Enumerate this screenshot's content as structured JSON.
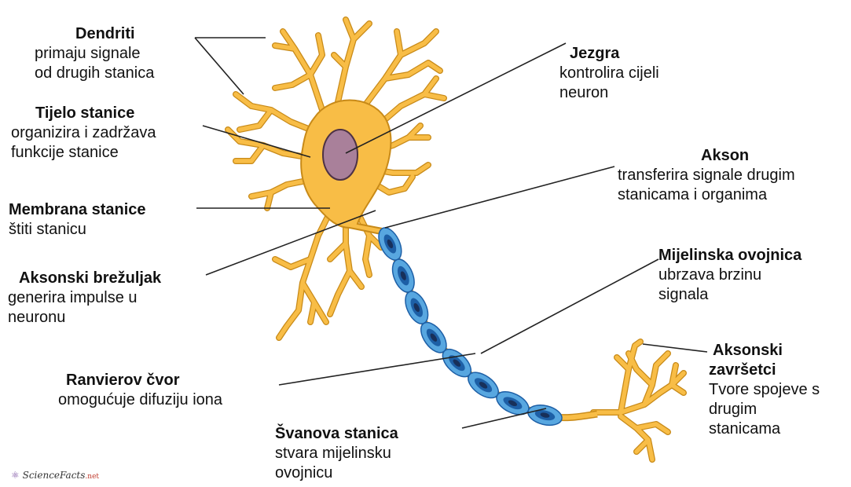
{
  "colors": {
    "cell": "#f8bd46",
    "cell_outline": "#c88a18",
    "nucleus": "#a9809a",
    "nucleus_outline": "#4d3245",
    "myelin": "#58a7e0",
    "myelin_core": "#1d5fa6",
    "myelin_inner": "#18305a",
    "line": "#222222"
  },
  "labels": {
    "dendriti": {
      "title": "Dendriti",
      "desc1": "primaju signale",
      "desc2": "od drugih stanica"
    },
    "tijelo": {
      "title": "Tijelo stanice",
      "desc1": "organizira i zadržava",
      "desc2": "funkcije stanice"
    },
    "membrana": {
      "title": "Membrana stanice",
      "desc1": "štiti stanicu"
    },
    "brezuljak": {
      "title": "Aksonski brežuljak",
      "desc1": "generira impulse u",
      "desc2": "neuronu"
    },
    "ranvier": {
      "title": "Ranvierov čvor",
      "desc1": "omogućuje difuziju iona"
    },
    "jezgra": {
      "title": "Jezgra",
      "desc1": "kontrolira cijeli",
      "desc2": "neuron"
    },
    "akson": {
      "title": "Akson",
      "desc1": "transferira signale drugim",
      "desc2": "stanicama i organima"
    },
    "mijelinska": {
      "title": "Mijelinska ovojnica",
      "desc1": "ubrzava brzinu",
      "desc2": "signala"
    },
    "zavrsetci": {
      "title1": "Aksonski",
      "title2": "završetci",
      "desc1": "Tvore spojeve s",
      "desc2": "drugim",
      "desc3": "stanicama"
    },
    "svanova": {
      "title": "Švanova stanica",
      "desc1": "stvara mijelinsku",
      "desc2": "ovojnicu"
    }
  },
  "logo": {
    "name": "ScienceFacts",
    "suffix": ".net"
  }
}
